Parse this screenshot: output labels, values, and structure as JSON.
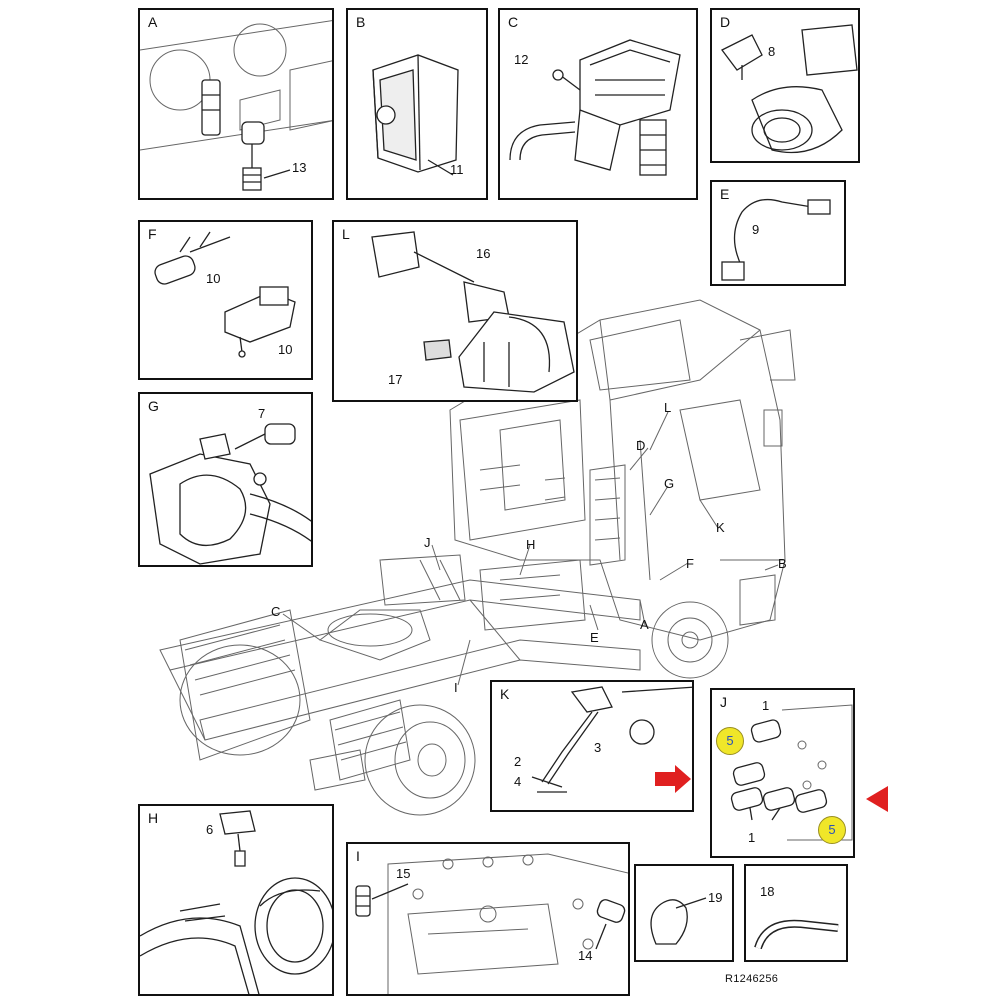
{
  "panels": {
    "A": {
      "label": "A",
      "callouts": [
        "13"
      ]
    },
    "B": {
      "label": "B",
      "callouts": [
        "11"
      ]
    },
    "C": {
      "label": "C",
      "callouts": [
        "12"
      ]
    },
    "D": {
      "label": "D",
      "callouts": [
        "8"
      ]
    },
    "E": {
      "label": "E",
      "callouts": [
        "9"
      ]
    },
    "F": {
      "label": "F",
      "callouts": [
        "10",
        "10"
      ]
    },
    "L": {
      "label": "L",
      "callouts": [
        "16",
        "17"
      ]
    },
    "G": {
      "label": "G",
      "callouts": [
        "7"
      ]
    },
    "K": {
      "label": "K",
      "callouts": [
        "3",
        "2",
        "4"
      ]
    },
    "J": {
      "label": "J",
      "callouts": [
        "1",
        "1"
      ],
      "highlights": [
        "5",
        "5"
      ]
    },
    "H": {
      "label": "H",
      "callouts": [
        "6"
      ]
    },
    "I": {
      "label": "I",
      "callouts": [
        "15",
        "14"
      ]
    },
    "P19": {
      "callouts": [
        "19"
      ]
    },
    "P18": {
      "callouts": [
        "18"
      ]
    }
  },
  "truck_labels": [
    "L",
    "D",
    "G",
    "K",
    "B",
    "J",
    "H",
    "F",
    "E",
    "A",
    "C",
    "I"
  ],
  "reference": "R1246256",
  "colors": {
    "highlight": "#f0e629",
    "highlight_text": "#2c52b8",
    "arrow": "#e02020"
  },
  "icons": [
    "red-arrow-right-icon",
    "red-triangle-left-icon"
  ]
}
